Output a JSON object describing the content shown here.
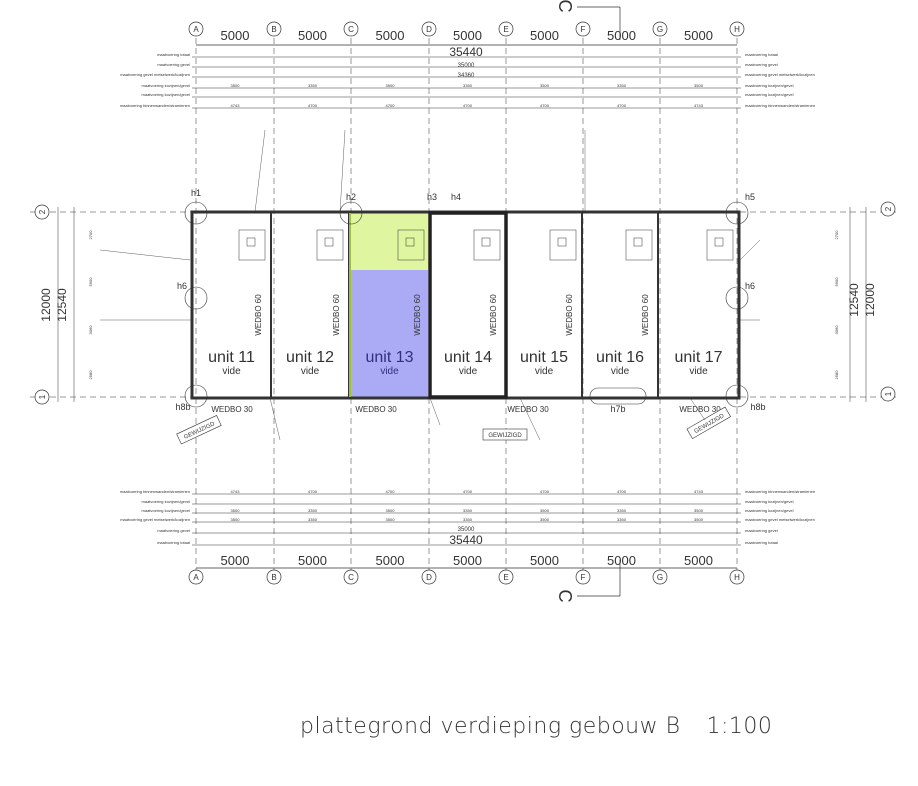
{
  "title": {
    "text": "plattegrond verdieping gebouw B",
    "scale": "1:100"
  },
  "axes": [
    "A",
    "B",
    "C",
    "D",
    "E",
    "F",
    "G",
    "H"
  ],
  "rows": [
    "2",
    "1"
  ],
  "bay_dimension": "5000",
  "overall": {
    "total": "35440",
    "facade": "35000",
    "inner": "34360"
  },
  "side_dims": {
    "total": "12540",
    "inner": "12000",
    "sub": [
      "2700",
      "5900",
      "3060",
      "2580"
    ]
  },
  "top_small_dims": [
    "3500",
    "3350",
    "3500",
    "3350",
    "3500",
    "3350",
    "3500"
  ],
  "inner_dims": [
    "4743",
    "4700",
    "4700",
    "4700",
    "4700",
    "4700",
    "4743"
  ],
  "row_labels_left": [
    "maatvoering totaal",
    "maatvoering gevel",
    "maatvoering gevel metselwerk/kozijnen",
    "maatvoering kozijnen/gevel",
    "maatvoering kozijnen/gevel",
    "maatvoering binnenwanden/stramienen"
  ],
  "units": [
    {
      "name": "unit 11",
      "sub": "vide"
    },
    {
      "name": "unit 12",
      "sub": "vide"
    },
    {
      "name": "unit 13",
      "sub": "vide",
      "highlight": true
    },
    {
      "name": "unit 14",
      "sub": "vide",
      "bold": true
    },
    {
      "name": "unit 15",
      "sub": "vide"
    },
    {
      "name": "unit 16",
      "sub": "vide"
    },
    {
      "name": "unit 17",
      "sub": "vide"
    }
  ],
  "wall_label_60": "WEDBO 60",
  "wall_label_30": "WEDBO 30",
  "markers": [
    "h1",
    "h2",
    "h3",
    "h4",
    "h5",
    "h6",
    "h6",
    "h8b",
    "h8b",
    "h7b"
  ],
  "revision_tag": "GEWIJZIGD",
  "section_mark": "C",
  "colors": {
    "line": "#333333",
    "highlight_blue": "#aaaaf5",
    "highlight_green": "#dff5a0",
    "unit13_text": "#303080"
  }
}
